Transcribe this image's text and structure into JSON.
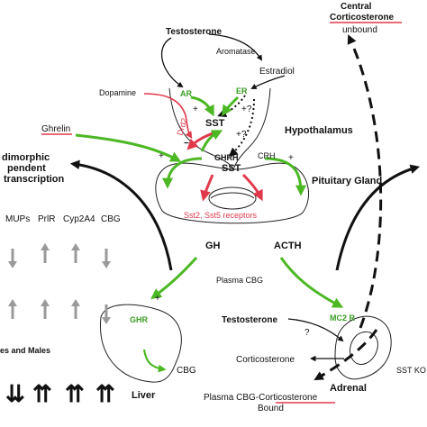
{
  "labels": {
    "testosterone_top": "Testosterone",
    "aromatase": "Aromatase",
    "estradiol": "Estradiol",
    "central_line1": "Central",
    "central_line2": "Corticosterone",
    "central_line3": "unbound",
    "dopamine": "Dopamine",
    "ar": "AR",
    "er": "ER",
    "plus1": "+",
    "plus_q1": "+?",
    "sst_hyp": "SST",
    "drd2": "Drd2",
    "minus1": "−",
    "plus_q2": "+?",
    "hypothalamus": "Hypothalamus",
    "ghrelin": "Ghrelin",
    "ghrh": "GHRH",
    "crh": "CRH",
    "plus2": "+",
    "plus3": "+",
    "sst_pit": "SST",
    "pituitary": "Pituitary Gland",
    "receptors": "Sst2, Sst5 receptors",
    "gh": "GH",
    "acth": "ACTH",
    "plasma_cbg": "Plasma CBG",
    "plus4": "+",
    "ghr": "GHR",
    "cbg": "CBG",
    "liver": "Liver",
    "testosterone_adrenal": "Testosterone",
    "question": "?",
    "mc2r": "MC2 R",
    "corticosterone": "Corticosterone",
    "adrenal": "Adrenal",
    "sst_ko": "SST KO",
    "plasma_cbg_cort": "Plasma CBG-Corticosterone",
    "bound": "Bound",
    "left_line1": "dimorphic",
    "left_line2": "pendent",
    "left_line3": "transcription",
    "females_males": "es and Males"
  },
  "genes": [
    "MUPs",
    "PrlR",
    "Cyp2A4",
    "CBG"
  ],
  "row1_arrows": [
    "down",
    "up",
    "up",
    "down"
  ],
  "row2_arrows": [
    "up",
    "up",
    "up",
    "down"
  ],
  "bottom_arrows": [
    "⇊",
    "⇈",
    "⇈",
    "⇈"
  ]
}
